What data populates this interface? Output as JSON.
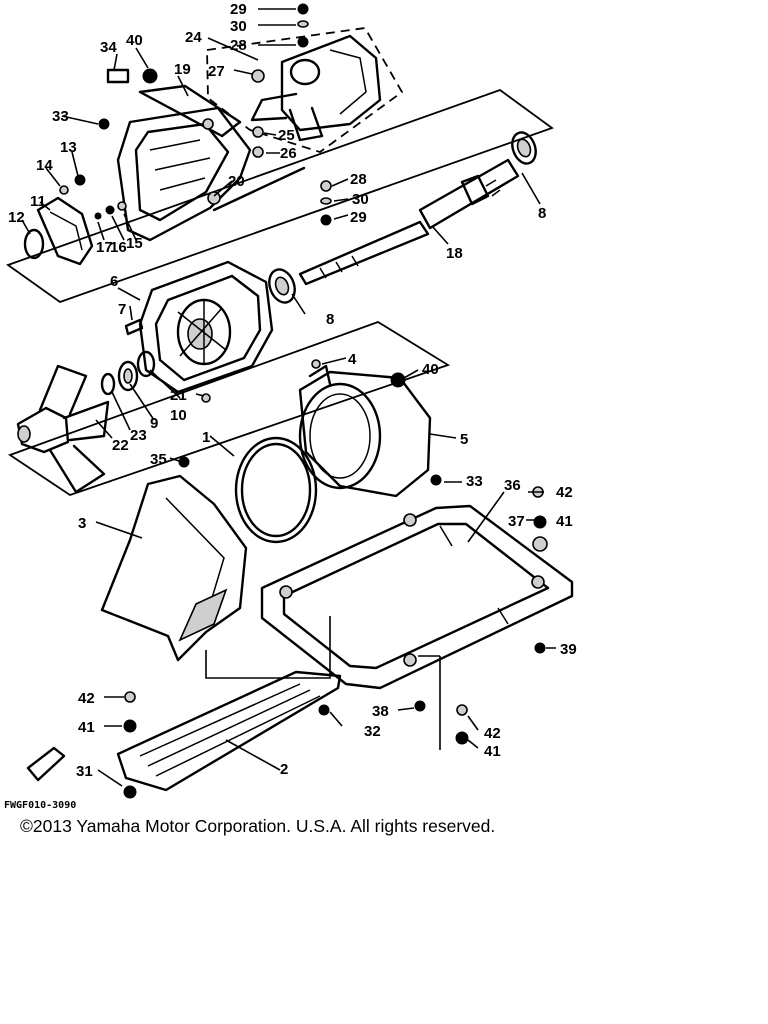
{
  "figure_code": "FWGF010-3090",
  "copyright": "©2013 Yamaha Motor Corporation. U.S.A. All rights reserved.",
  "callouts": [
    {
      "id": "c1",
      "label": "1"
    },
    {
      "id": "c2",
      "label": "2"
    },
    {
      "id": "c3",
      "label": "3"
    },
    {
      "id": "c4",
      "label": "4"
    },
    {
      "id": "c5",
      "label": "5"
    },
    {
      "id": "c6",
      "label": "6"
    },
    {
      "id": "c7",
      "label": "7"
    },
    {
      "id": "c8a",
      "label": "8"
    },
    {
      "id": "c8b",
      "label": "8"
    },
    {
      "id": "c9",
      "label": "9"
    },
    {
      "id": "c10",
      "label": "10"
    },
    {
      "id": "c11",
      "label": "11"
    },
    {
      "id": "c12",
      "label": "12"
    },
    {
      "id": "c13",
      "label": "13"
    },
    {
      "id": "c14",
      "label": "14"
    },
    {
      "id": "c15",
      "label": "15"
    },
    {
      "id": "c16",
      "label": "16"
    },
    {
      "id": "c17",
      "label": "17"
    },
    {
      "id": "c18",
      "label": "18"
    },
    {
      "id": "c19",
      "label": "19"
    },
    {
      "id": "c20",
      "label": "20"
    },
    {
      "id": "c21",
      "label": "21"
    },
    {
      "id": "c22",
      "label": "22"
    },
    {
      "id": "c23",
      "label": "23"
    },
    {
      "id": "c24",
      "label": "24"
    },
    {
      "id": "c25",
      "label": "25"
    },
    {
      "id": "c26",
      "label": "26"
    },
    {
      "id": "c27",
      "label": "27"
    },
    {
      "id": "c28a",
      "label": "28"
    },
    {
      "id": "c28b",
      "label": "28"
    },
    {
      "id": "c29a",
      "label": "29"
    },
    {
      "id": "c29b",
      "label": "29"
    },
    {
      "id": "c30a",
      "label": "30"
    },
    {
      "id": "c30b",
      "label": "30"
    },
    {
      "id": "c31",
      "label": "31"
    },
    {
      "id": "c32",
      "label": "32"
    },
    {
      "id": "c33a",
      "label": "33"
    },
    {
      "id": "c33b",
      "label": "33"
    },
    {
      "id": "c34",
      "label": "34"
    },
    {
      "id": "c35",
      "label": "35"
    },
    {
      "id": "c36",
      "label": "36"
    },
    {
      "id": "c37",
      "label": "37"
    },
    {
      "id": "c38a",
      "label": "38"
    },
    {
      "id": "c38b",
      "label": "38"
    },
    {
      "id": "c39",
      "label": "39"
    },
    {
      "id": "c40a",
      "label": "40"
    },
    {
      "id": "c40b",
      "label": "40"
    },
    {
      "id": "c41a",
      "label": "41"
    },
    {
      "id": "c41b",
      "label": "41"
    },
    {
      "id": "c41c",
      "label": "41"
    },
    {
      "id": "c42a",
      "label": "42"
    },
    {
      "id": "c42b",
      "label": "42"
    },
    {
      "id": "c42c",
      "label": "42"
    }
  ]
}
